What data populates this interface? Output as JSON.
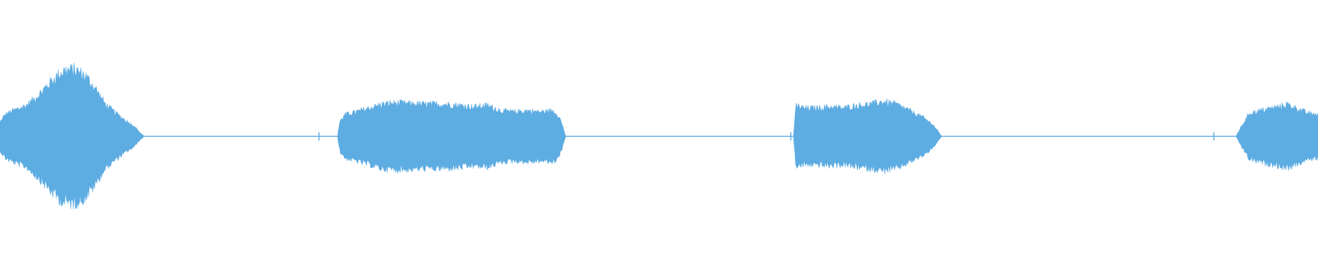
{
  "colors": {
    "background": "#ffffff",
    "waveform": "#5dace2"
  },
  "chart_data": {
    "type": "area",
    "title": "",
    "xlabel": "",
    "ylabel": "",
    "grid": false,
    "legend": "none",
    "mirrored": true,
    "x_range": [
      0,
      1
    ],
    "ylim": [
      -1,
      1
    ],
    "baseline": 0,
    "segments": [
      {
        "name": "",
        "envelope": [
          [
            0.0,
            0.11
          ],
          [
            0.004,
            0.17
          ],
          [
            0.01,
            0.2
          ],
          [
            0.02,
            0.24
          ],
          [
            0.03,
            0.33
          ],
          [
            0.04,
            0.44
          ],
          [
            0.048,
            0.51
          ],
          [
            0.056,
            0.52
          ],
          [
            0.064,
            0.48
          ],
          [
            0.072,
            0.38
          ],
          [
            0.08,
            0.25
          ],
          [
            0.088,
            0.18
          ],
          [
            0.096,
            0.12
          ],
          [
            0.102,
            0.08
          ],
          [
            0.106,
            0.03
          ],
          [
            0.109,
            0.005
          ]
        ]
      },
      {
        "name": "",
        "envelope": [
          [
            0.256,
            0.005
          ],
          [
            0.258,
            0.12
          ],
          [
            0.262,
            0.17
          ],
          [
            0.27,
            0.19
          ],
          [
            0.28,
            0.22
          ],
          [
            0.29,
            0.25
          ],
          [
            0.3,
            0.26
          ],
          [
            0.32,
            0.25
          ],
          [
            0.34,
            0.25
          ],
          [
            0.35,
            0.24
          ],
          [
            0.36,
            0.23
          ],
          [
            0.37,
            0.24
          ],
          [
            0.38,
            0.2
          ],
          [
            0.39,
            0.19
          ],
          [
            0.4,
            0.2
          ],
          [
            0.41,
            0.19
          ],
          [
            0.42,
            0.2
          ],
          [
            0.424,
            0.16
          ],
          [
            0.427,
            0.08
          ],
          [
            0.429,
            0.005
          ]
        ]
      },
      {
        "name": "",
        "envelope": [
          [
            0.602,
            0.005
          ],
          [
            0.604,
            0.24
          ],
          [
            0.61,
            0.22
          ],
          [
            0.62,
            0.22
          ],
          [
            0.63,
            0.23
          ],
          [
            0.64,
            0.22
          ],
          [
            0.65,
            0.24
          ],
          [
            0.66,
            0.25
          ],
          [
            0.67,
            0.27
          ],
          [
            0.68,
            0.25
          ],
          [
            0.69,
            0.2
          ],
          [
            0.7,
            0.15
          ],
          [
            0.707,
            0.1
          ],
          [
            0.711,
            0.05
          ],
          [
            0.714,
            0.005
          ]
        ]
      },
      {
        "name": "",
        "envelope": [
          [
            0.938,
            0.005
          ],
          [
            0.942,
            0.08
          ],
          [
            0.948,
            0.18
          ],
          [
            0.96,
            0.21
          ],
          [
            0.97,
            0.23
          ],
          [
            0.976,
            0.25
          ],
          [
            0.984,
            0.22
          ],
          [
            0.992,
            0.18
          ],
          [
            1.0,
            0.17
          ]
        ]
      }
    ],
    "spikes": [
      [
        0.242,
        0.03
      ],
      [
        0.6,
        0.03
      ],
      [
        0.921,
        0.03
      ]
    ]
  }
}
